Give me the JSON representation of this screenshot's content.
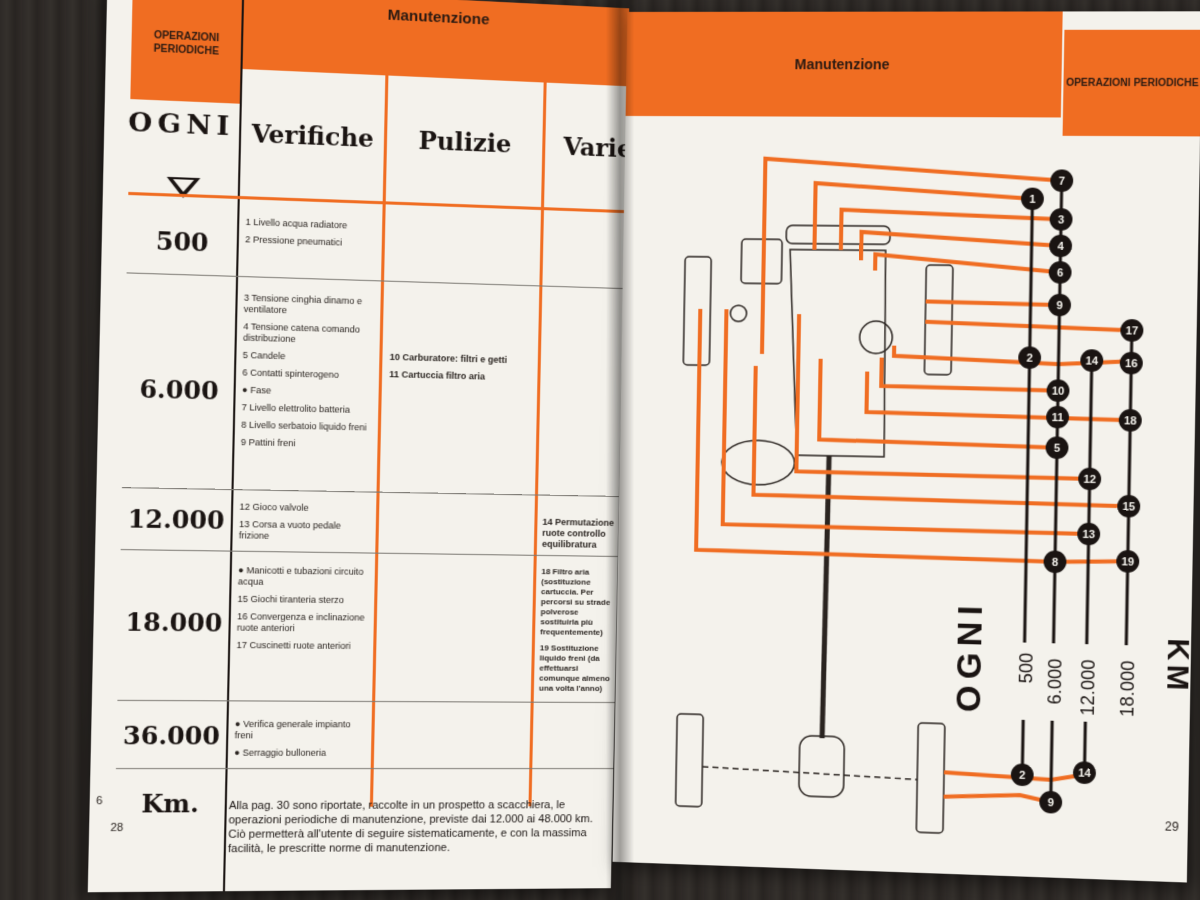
{
  "left_page": {
    "section_code": "OPERAZIONI PERIODICHE",
    "title": "Manutenzione",
    "page_numbers": [
      "6",
      "28"
    ],
    "header": {
      "ogni": "OGNI",
      "col_verifiche": "Verifiche",
      "col_pulizie": "Pulizie",
      "col_varie": "Varie"
    },
    "rows": [
      {
        "km": "500",
        "verifiche": [
          "1 Livello acqua radiatore",
          "2 Pressione pneumatici"
        ],
        "pulizie": [],
        "varie": []
      },
      {
        "km": "6.000",
        "verifiche": [
          "3 Tensione cinghia dinamo e ventilatore",
          "4 Tensione catena comando distribuzione",
          "5 Candele",
          "6 Contatti spinterogeno",
          "● Fase",
          "7 Livello elettrolito batteria",
          "8 Livello serbatoio liquido freni",
          "9 Pattini freni"
        ],
        "pulizie": [
          "10 Carburatore: filtri e getti",
          "11 Cartuccia filtro aria"
        ],
        "varie": []
      },
      {
        "km": "12.000",
        "verifiche": [
          "12 Gioco valvole",
          "13 Corsa a vuoto pedale frizione"
        ],
        "pulizie": [],
        "varie": [
          "14 Permutazione ruote controllo equilibratura"
        ]
      },
      {
        "km": "18.000",
        "verifiche": [
          "● Manicotti e tubazioni circuito acqua",
          "15 Giochi tiranteria sterzo",
          "16 Convergenza e inclinazione ruote anteriori",
          "17 Cuscinetti ruote anteriori"
        ],
        "pulizie": [],
        "varie": [
          "18 Filtro aria (sostituzione cartuccia. Per percorsi su strade polverose sostituirla più frequentemente)",
          "19 Sostituzione liquido freni (da effettuarsi comunque almeno una volta l'anno)"
        ]
      },
      {
        "km": "36.000",
        "verifiche": [
          "● Verifica generale impianto freni",
          "● Serraggio bulloneria"
        ],
        "pulizie": [],
        "varie": []
      }
    ],
    "km_label": "Km.",
    "footer_note": "Alla pag. 30 sono riportate, raccolte in un prospetto a scacchiera, le operazioni periodiche di manutenzione, previste dai 12.000 ai 48.000 km. Ciò permetterà all'utente di seguire sistematicamente, e con la massima facilità, le prescritte norme di manutenzione."
  },
  "right_page": {
    "title": "Manutenzione",
    "section_code": "OPERAZIONI PERIODICHE",
    "page_number": "29",
    "legend": {
      "ogni": "OGNI",
      "intervals": [
        "500",
        "6.000",
        "12.000",
        "18.000"
      ],
      "unit": "KM"
    },
    "callouts": [
      "1",
      "2",
      "3",
      "4",
      "5",
      "6",
      "7",
      "8",
      "9",
      "10",
      "11",
      "12",
      "13",
      "14",
      "15",
      "16",
      "17",
      "18",
      "19"
    ]
  },
  "colors": {
    "orange": "#f06d22",
    "paper": "#f4f2ec",
    "ink": "#1a1412",
    "wood": "#2e2a27"
  }
}
